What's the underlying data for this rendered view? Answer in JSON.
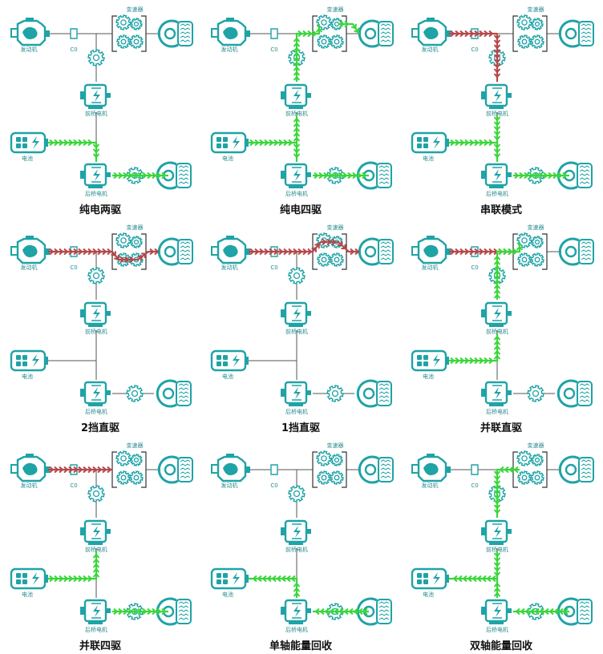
{
  "labels": {
    "engine": "发动机",
    "clutch": "C0",
    "gearbox": "变速器",
    "front_motor": "前桥电机",
    "battery": "电池",
    "rear_motor": "后桥电机"
  },
  "colors": {
    "component": "#1fa3a6",
    "line": "#555555",
    "electric_flow": "#3ad63a",
    "fuel_flow": "#b5474b"
  },
  "icons": {
    "engine": "engine-icon",
    "clutch": "clutch-icon",
    "gearbox": "gearbox-gears-icon",
    "wheel": "wheel-icon",
    "motor": "motor-icon",
    "battery": "battery-icon",
    "gear": "gear-icon"
  },
  "modes": [
    {
      "title": "纯电两驱",
      "flows": [
        "bat_to_rear",
        "rear_to_wheel"
      ]
    },
    {
      "title": "纯电四驱",
      "flows": [
        "bat_to_rear",
        "rear_to_wheel",
        "bat_to_front",
        "front_to_gearbox",
        "gearbox_to_wheel"
      ]
    },
    {
      "title": "串联模式",
      "flows": [
        "eng_to_junction",
        "junction_to_front",
        "front_to_bat",
        "bat_to_rear",
        "rear_to_wheel"
      ]
    },
    {
      "title": "2挡直驱",
      "flows": [
        "eng_to_gear2"
      ]
    },
    {
      "title": "1挡直驱",
      "flows": [
        "eng_to_gear1"
      ]
    },
    {
      "title": "并联直驱",
      "flows": [
        "eng_to_gearbox_parallel",
        "bat_to_front_up",
        "front_to_gearbox"
      ]
    },
    {
      "title": "并联四驱",
      "flows": [
        "eng_to_gearbox_parallel",
        "bat_to_front_both",
        "rear_to_wheel"
      ]
    },
    {
      "title": "单轴能量回收",
      "flows": [
        "wheel_to_rear",
        "rear_to_bat"
      ]
    },
    {
      "title": "双轴能量回收",
      "flows": [
        "wheel_to_rear",
        "rear_to_bat",
        "gearbox_to_front",
        "front_to_bat"
      ]
    }
  ]
}
